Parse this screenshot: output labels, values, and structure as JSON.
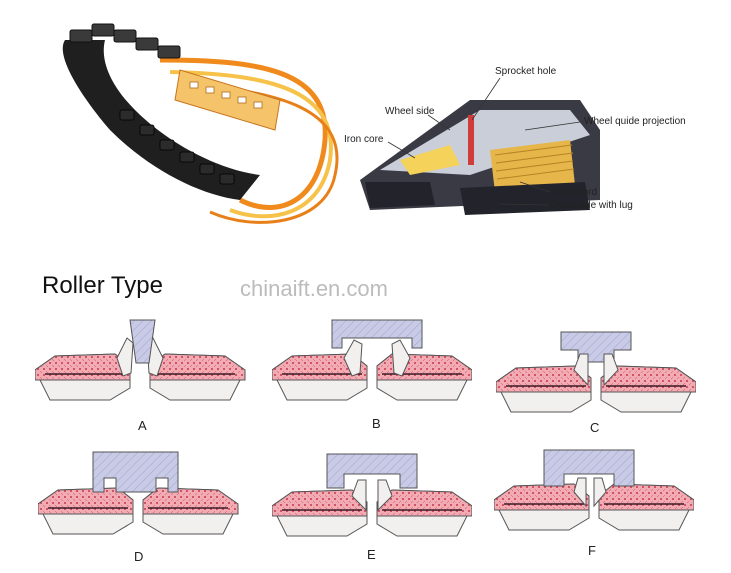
{
  "title": "Roller Type",
  "watermark": "chinaift.en.com",
  "cross_section_labels": {
    "sprocket_hole": "Sprocket hole",
    "wheel_side": "Wheel side",
    "wheel_guide_projection": "Wheel quide projection",
    "iron_core": "Iron core",
    "steel_cord": "Steel cord",
    "outer_side_with_lug": "Outer side with lug"
  },
  "sections": [
    {
      "id": "A",
      "label": "A"
    },
    {
      "id": "B",
      "label": "B"
    },
    {
      "id": "C",
      "label": "C"
    },
    {
      "id": "D",
      "label": "D"
    },
    {
      "id": "E",
      "label": "E"
    },
    {
      "id": "F",
      "label": "F"
    }
  ],
  "colors": {
    "rubber_pink": "#f2aab3",
    "rubber_dot": "#c8374d",
    "roller_blue": "#c9cbe6",
    "outline": "#555555",
    "track_black": "#1f1f1f",
    "cord_orange": "#f08a1c",
    "cord_yellow": "#f7d24a"
  }
}
